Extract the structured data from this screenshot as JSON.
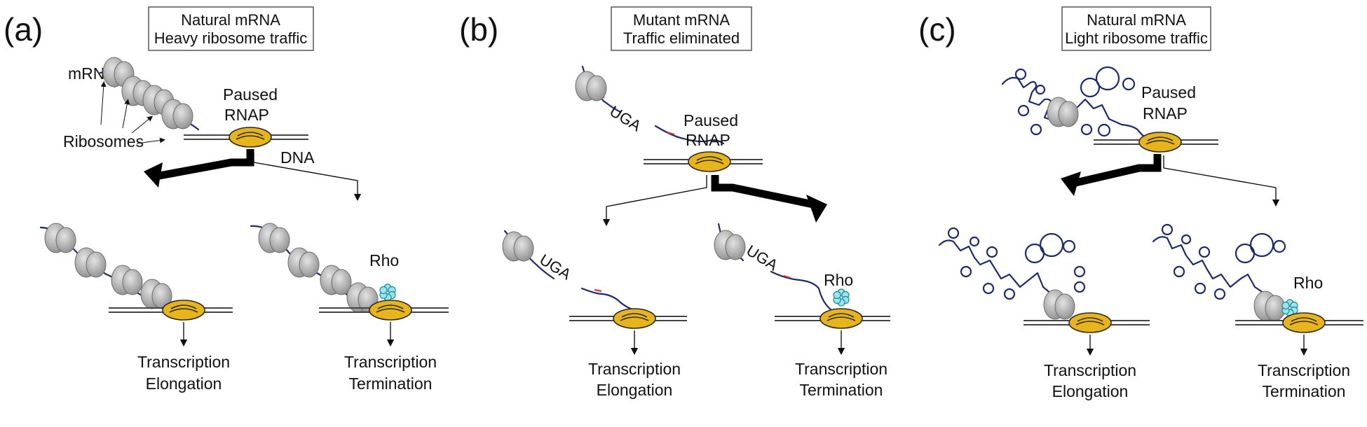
{
  "panels": [
    {
      "letter": "(a)",
      "box_line1": "Natural mRNA",
      "box_line2": "Heavy ribosome traffic",
      "mrna_label": "mRNA",
      "ribosomes_label": "Ribosomes",
      "paused_label": "Paused",
      "rnap_label": "RNAP",
      "dna_label": "DNA",
      "rho_label": "Rho",
      "outcome_left": [
        "Transcription",
        "Elongation"
      ],
      "outcome_right": [
        "Transcription",
        "Termination"
      ]
    },
    {
      "letter": "(b)",
      "box_line1": "Mutant mRNA",
      "box_line2": "Traffic eliminated",
      "codon_label": "UGA",
      "paused_label": "Paused",
      "rnap_label": "RNAP",
      "rho_label": "Rho",
      "outcome_left": [
        "Transcription",
        "Elongation"
      ],
      "outcome_right": [
        "Transcription",
        "Termination"
      ]
    },
    {
      "letter": "(c)",
      "box_line1": "Natural mRNA",
      "box_line2": "Light ribosome traffic",
      "paused_label": "Paused",
      "rnap_label": "RNAP",
      "rho_label": "Rho",
      "outcome_left": [
        "Transcription",
        "Elongation"
      ],
      "outcome_right": [
        "Transcription",
        "Termination"
      ]
    }
  ],
  "colors": {
    "rnap": "#e8b41c",
    "ribosome": "#a9a9a9",
    "mrna": "#1d2a6b",
    "codon_mark": "#d23a3a",
    "rho": "#29b8c8",
    "dna": "#444444"
  }
}
